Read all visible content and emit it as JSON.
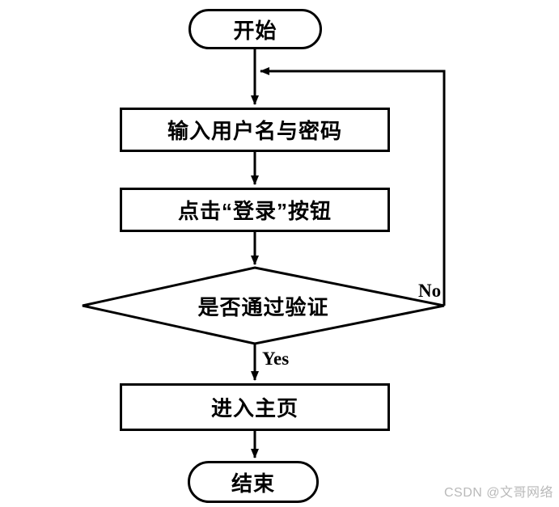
{
  "diagram": {
    "title": "login-flowchart",
    "nodes": {
      "start": {
        "label": "开始",
        "type": "terminator"
      },
      "input": {
        "label": "输入用户名与密码",
        "type": "process"
      },
      "click": {
        "label": "点击“登录”按钮",
        "type": "process"
      },
      "decision": {
        "label": "是否通过验证",
        "type": "decision"
      },
      "home": {
        "label": "进入主页",
        "type": "process"
      },
      "end": {
        "label": "结束",
        "type": "terminator"
      }
    },
    "edge_labels": {
      "yes": "Yes",
      "no": "No"
    },
    "colors": {
      "stroke": "#000000",
      "fill": "#ffffff",
      "watermark": "#b9b9b9"
    }
  },
  "watermark": {
    "text": "CSDN @文哥网络"
  }
}
